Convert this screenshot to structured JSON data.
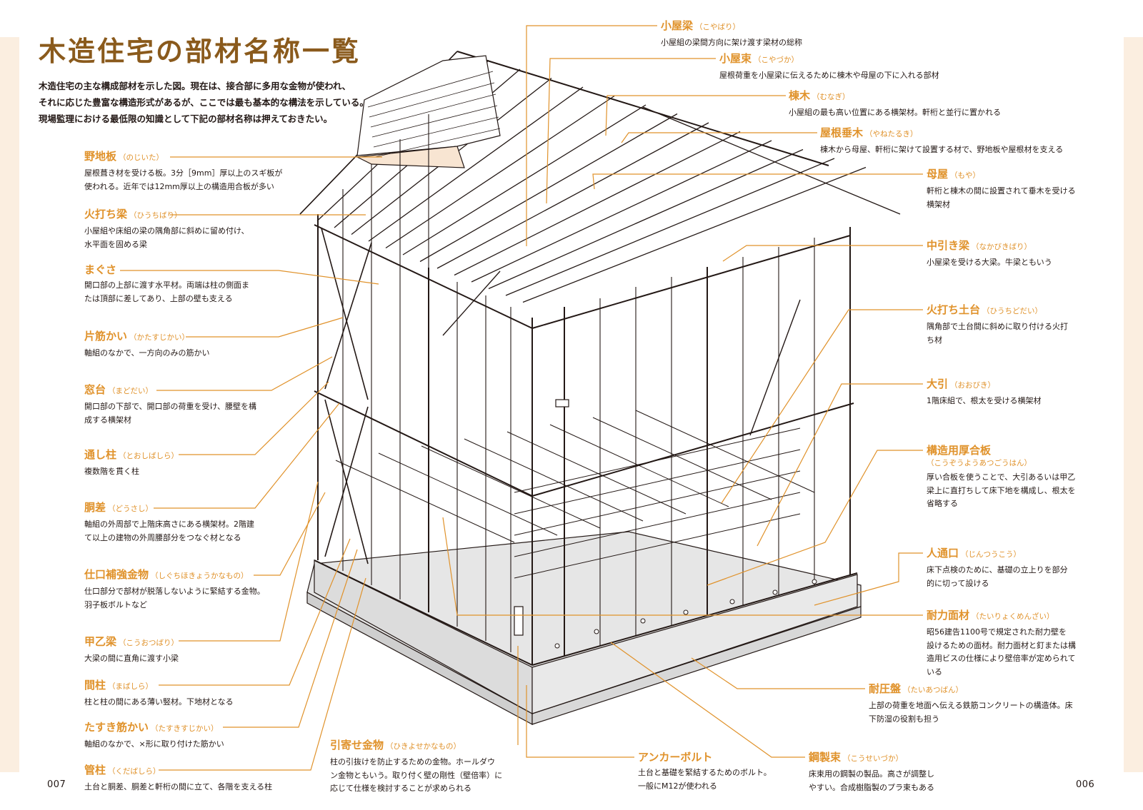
{
  "colors": {
    "accent": "#e0922b",
    "title": "#8a5a1c",
    "text": "#231815",
    "edge": "#fbeee0",
    "leader": "#e0922b"
  },
  "page_numbers": {
    "left": "007",
    "right": "006"
  },
  "title": "木造住宅の部材名称一覧",
  "intro": [
    "木造住宅の主な構成部材を示した図。現在は、接合部に多用な金物が使われ、",
    "それに応じた豊富な構造形式があるが、ここでは最も基本的な構法を示している。",
    "現場監理における最低限の知識として下記の部材名称は押えておきたい。"
  ],
  "labels": [
    {
      "name": "小屋梁",
      "reading": "（こやばり）",
      "desc": [
        "小屋組の梁間方向に架け渡す梁材の総称"
      ]
    },
    {
      "name": "小屋束",
      "reading": "（こやづか）",
      "desc": [
        "屋根荷重を小屋梁に伝えるために棟木や母屋の下に入れる部材"
      ]
    },
    {
      "name": "棟木",
      "reading": "（むなぎ）",
      "desc": [
        "小屋組の最も高い位置にある横架材。軒桁と並行に置かれる"
      ]
    },
    {
      "name": "屋根垂木",
      "reading": "（やねたるき）",
      "desc": [
        "棟木から母屋、軒桁に架けて設置する材で、野地板や屋根材を支える"
      ]
    },
    {
      "name": "母屋",
      "reading": "（もや）",
      "desc": [
        "軒桁と棟木の間に設置されて垂木を受ける",
        "横架材"
      ]
    },
    {
      "name": "中引き梁",
      "reading": "（なかびきばり）",
      "desc": [
        "小屋梁を受ける大梁。牛梁ともいう"
      ]
    },
    {
      "name": "火打ち土台",
      "reading": "（ひうちどだい）",
      "desc": [
        "隅角部で土台間に斜めに取り付ける火打",
        "ち材"
      ]
    },
    {
      "name": "大引",
      "reading": "（おおびき）",
      "desc": [
        "1階床組で、根太を受ける横架材"
      ]
    },
    {
      "name": "構造用厚合板",
      "reading": "",
      "reading2": "（こうぞうようあつごうはん）",
      "desc": [
        "厚い合板を使うことで、大引あるいは甲乙",
        "梁上に直打ちして床下地を構成し、根太を",
        "省略する"
      ]
    },
    {
      "name": "人通口",
      "reading": "（じんつうこう）",
      "desc": [
        "床下点検のために、基礎の立上りを部分",
        "的に切って設ける"
      ]
    },
    {
      "name": "耐力面材",
      "reading": "（たいりょくめんざい）",
      "desc": [
        "昭56建告1100号で規定された耐力壁を",
        "設けるための面材。耐力面材と釘または構",
        "造用ビスの仕様により壁倍率が定められて",
        "いる"
      ]
    },
    {
      "name": "耐圧盤",
      "reading": "（たいあつばん）",
      "desc": [
        "上部の荷重を地面へ伝える鉄筋コンクリートの構造体。床",
        "下防湿の役割も担う"
      ]
    },
    {
      "name": "鋼製束",
      "reading": "（こうせいづか）",
      "desc": [
        "床束用の鋼製の製品。高さが調整し",
        "やすい。合成樹脂製のプラ束もある"
      ]
    },
    {
      "name": "アンカーボルト",
      "reading": "",
      "desc": [
        "土台と基礎を緊結するためのボルト。",
        "一般にM12が使われる"
      ]
    },
    {
      "name": "引寄せ金物",
      "reading": "（ひきよせかなもの）",
      "desc": [
        "柱の引抜けを防止するための金物。ホールダウ",
        "ン金物ともいう。取り付く壁の剛性（壁倍率）に",
        "応じて仕様を検討することが求められる"
      ]
    },
    {
      "name": "野地板",
      "reading": "（のじいた）",
      "desc": [
        "屋根葺き材を受ける板。3分［9mm］厚以上のスギ板が",
        "使われる。近年では12mm厚以上の構造用合板が多い"
      ]
    },
    {
      "name": "火打ち梁",
      "reading": "（ひうちばり）",
      "desc": [
        "小屋組や床組の梁の隅角部に斜めに留め付け、",
        "水平面を固める梁"
      ]
    },
    {
      "name": "まぐさ",
      "reading": "",
      "desc": [
        "開口部の上部に渡す水平材。両端は柱の側面ま",
        "たは頂部に差してあり、上部の壁も支える"
      ]
    },
    {
      "name": "片筋かい",
      "reading": "（かたすじかい）",
      "desc": [
        "軸組のなかで、一方向のみの筋かい"
      ]
    },
    {
      "name": "窓台",
      "reading": "（まどだい）",
      "desc": [
        "開口部の下部で、開口部の荷重を受け、腰壁を構",
        "成する横架材"
      ]
    },
    {
      "name": "通し柱",
      "reading": "（とおしばしら）",
      "desc": [
        "複数階を貫く柱"
      ]
    },
    {
      "name": "胴差",
      "reading": "（どうさし）",
      "desc": [
        "軸組の外周部で上階床高さにある横架材。2階建",
        "て以上の建物の外周腰部分をつなぐ材となる"
      ]
    },
    {
      "name": "仕口補強金物",
      "reading": "（しぐちほきょうかなもの）",
      "desc": [
        "仕口部分で部材が脱落しないように緊結する金物。",
        "羽子板ボルトなど"
      ]
    },
    {
      "name": "甲乙梁",
      "reading": "（こうおつばり）",
      "desc": [
        "大梁の間に直角に渡す小梁"
      ]
    },
    {
      "name": "間柱",
      "reading": "（まばしら）",
      "desc": [
        "柱と柱の間にある薄い竪材。下地材となる"
      ]
    },
    {
      "name": "たすき筋かい",
      "reading": "（たすきすじかい）",
      "desc": [
        "軸組のなかで、×形に取り付けた筋かい"
      ]
    },
    {
      "name": "管柱",
      "reading": "（くだばしら）",
      "desc": [
        "土台と胴差、胴差と軒桁の間に立て、各階を支える柱"
      ]
    }
  ]
}
